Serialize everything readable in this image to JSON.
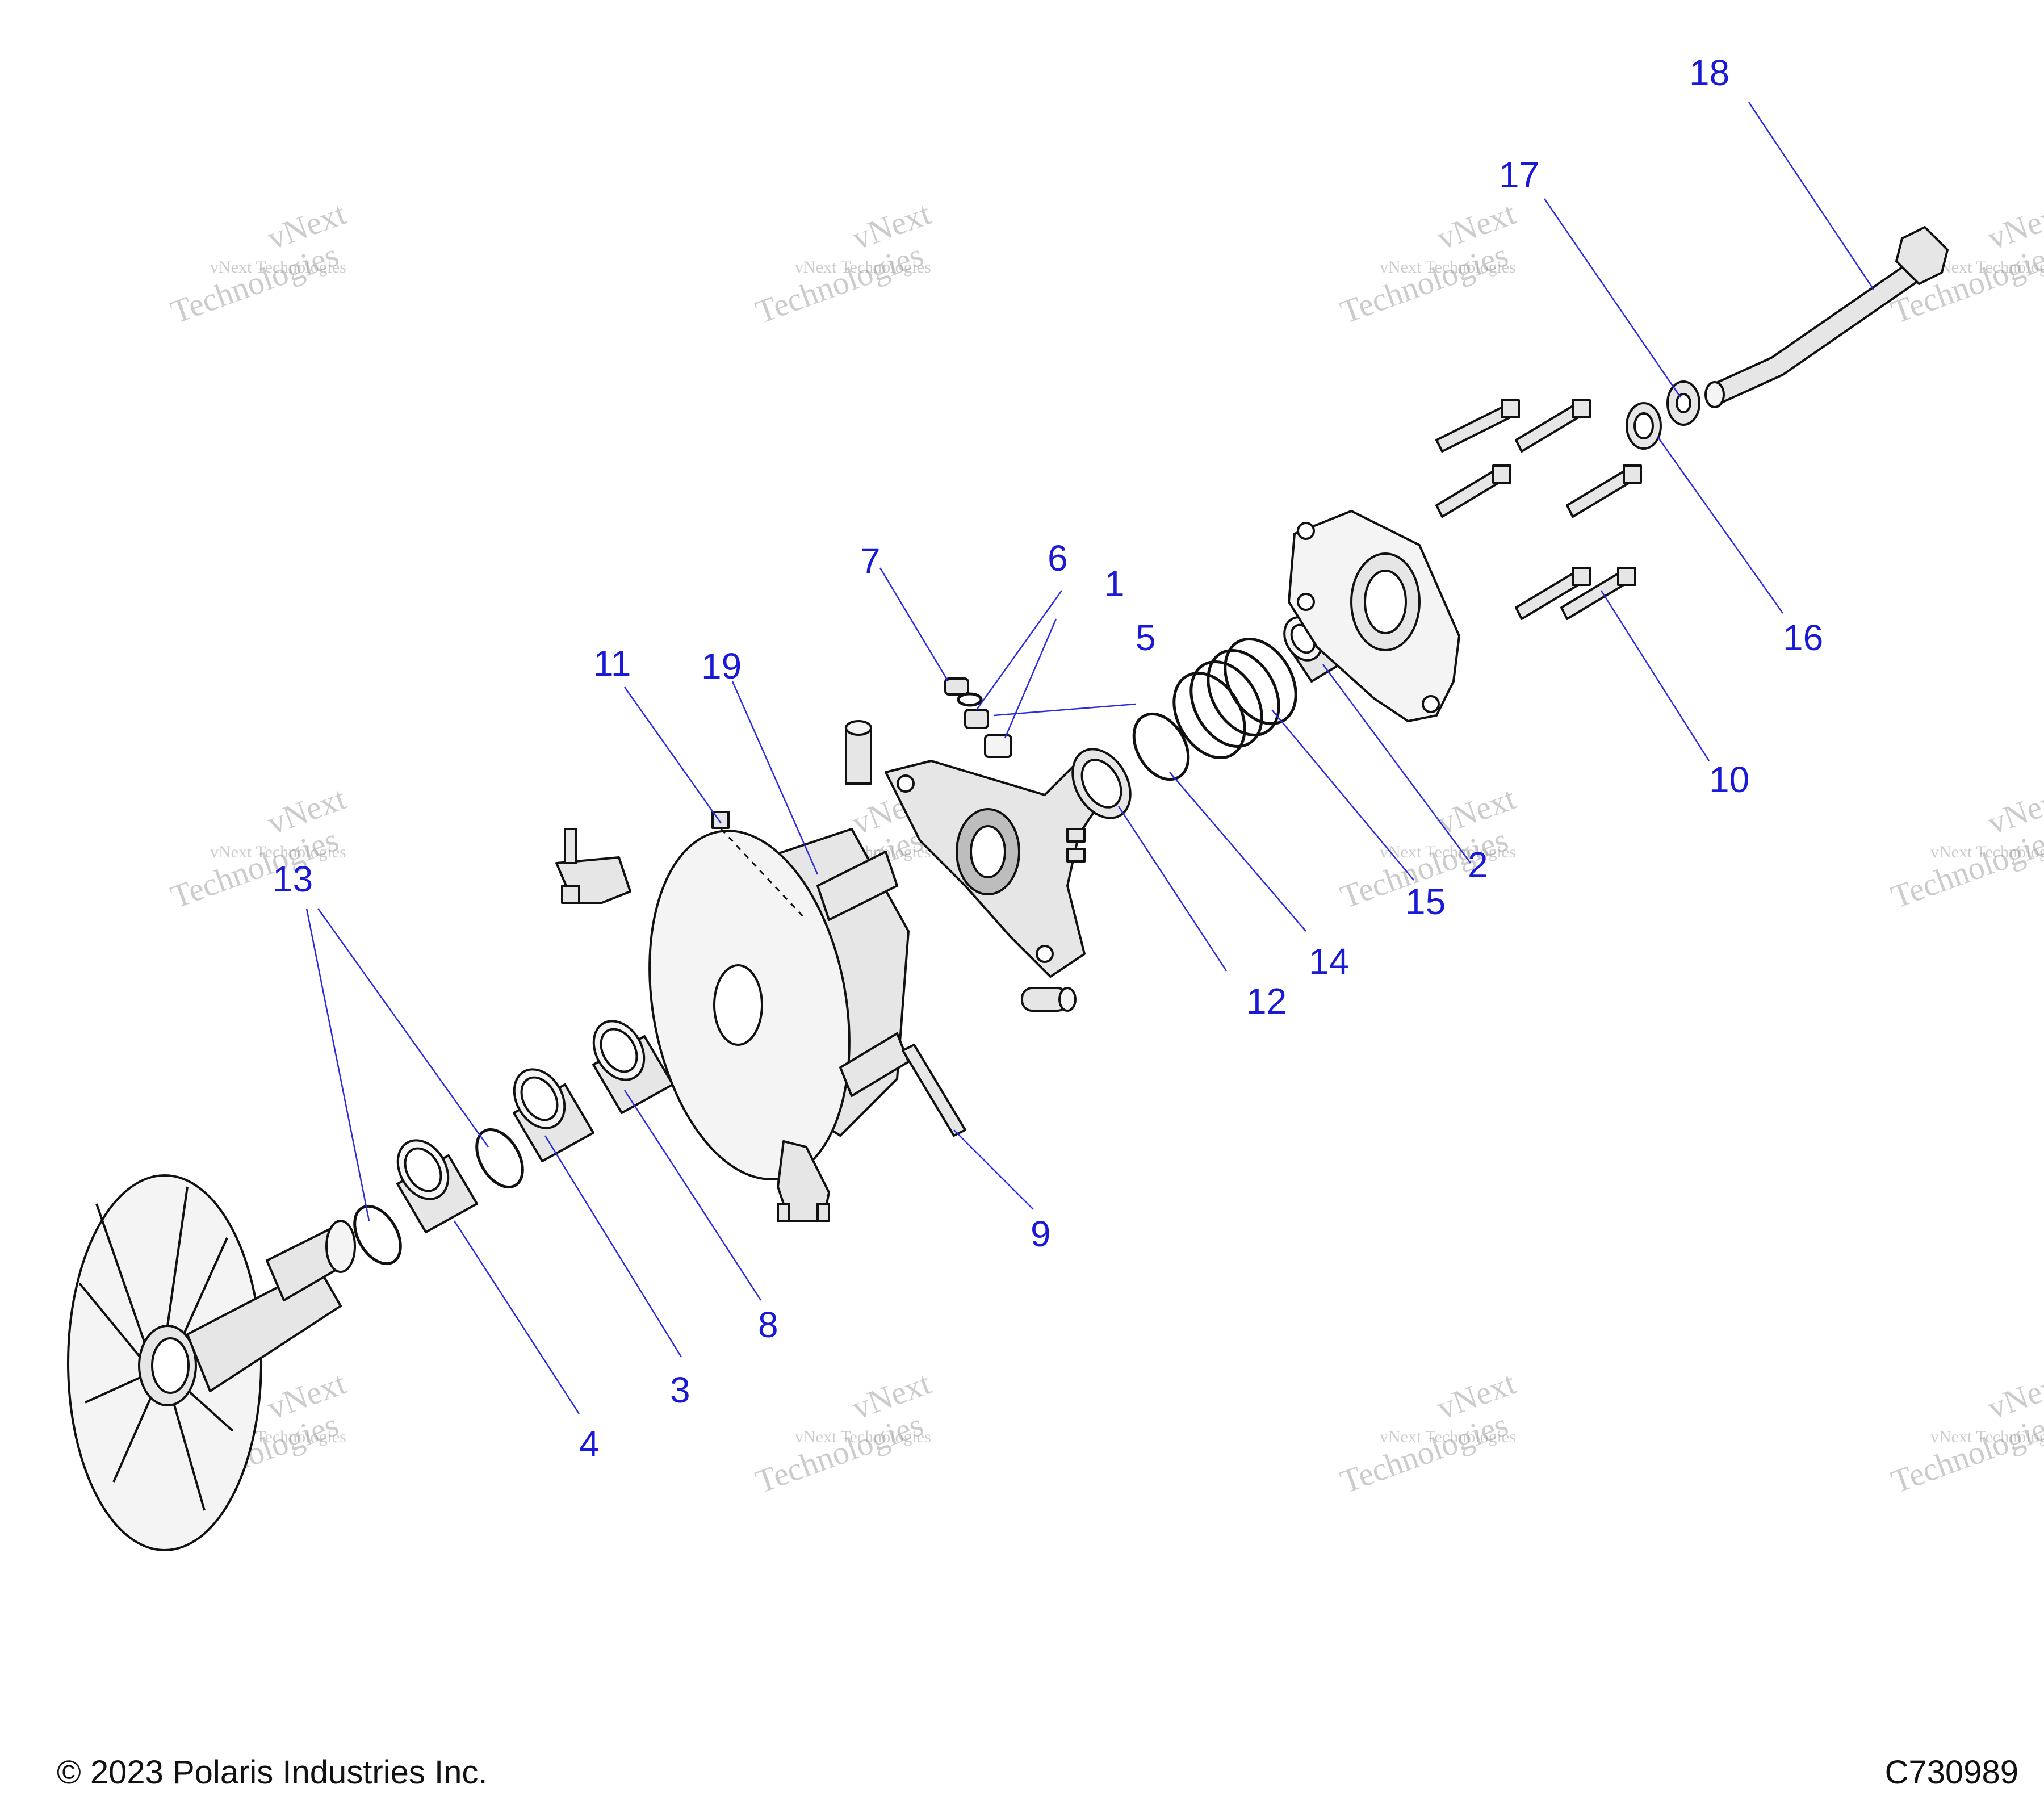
{
  "watermark": {
    "line1": "vNext",
    "line2": "vNext Technologies",
    "line3": "Technologies"
  },
  "callouts": [
    {
      "id": "1",
      "label": "1"
    },
    {
      "id": "2",
      "label": "2"
    },
    {
      "id": "3",
      "label": "3"
    },
    {
      "id": "4",
      "label": "4"
    },
    {
      "id": "5",
      "label": "5"
    },
    {
      "id": "6",
      "label": "6"
    },
    {
      "id": "7",
      "label": "7"
    },
    {
      "id": "8",
      "label": "8"
    },
    {
      "id": "9",
      "label": "9"
    },
    {
      "id": "10",
      "label": "10"
    },
    {
      "id": "11",
      "label": "11"
    },
    {
      "id": "12",
      "label": "12"
    },
    {
      "id": "13",
      "label": "13"
    },
    {
      "id": "14",
      "label": "14"
    },
    {
      "id": "15",
      "label": "15"
    },
    {
      "id": "16",
      "label": "16"
    },
    {
      "id": "17",
      "label": "17"
    },
    {
      "id": "18",
      "label": "18"
    },
    {
      "id": "19",
      "label": "19"
    }
  ],
  "footer": {
    "copyright": "© 2023 Polaris Industries Inc.",
    "diagram_code": "C730989"
  },
  "colors": {
    "callout": "#1a1ad6",
    "line_art": "#111111",
    "watermark": "#9a9a9a"
  }
}
